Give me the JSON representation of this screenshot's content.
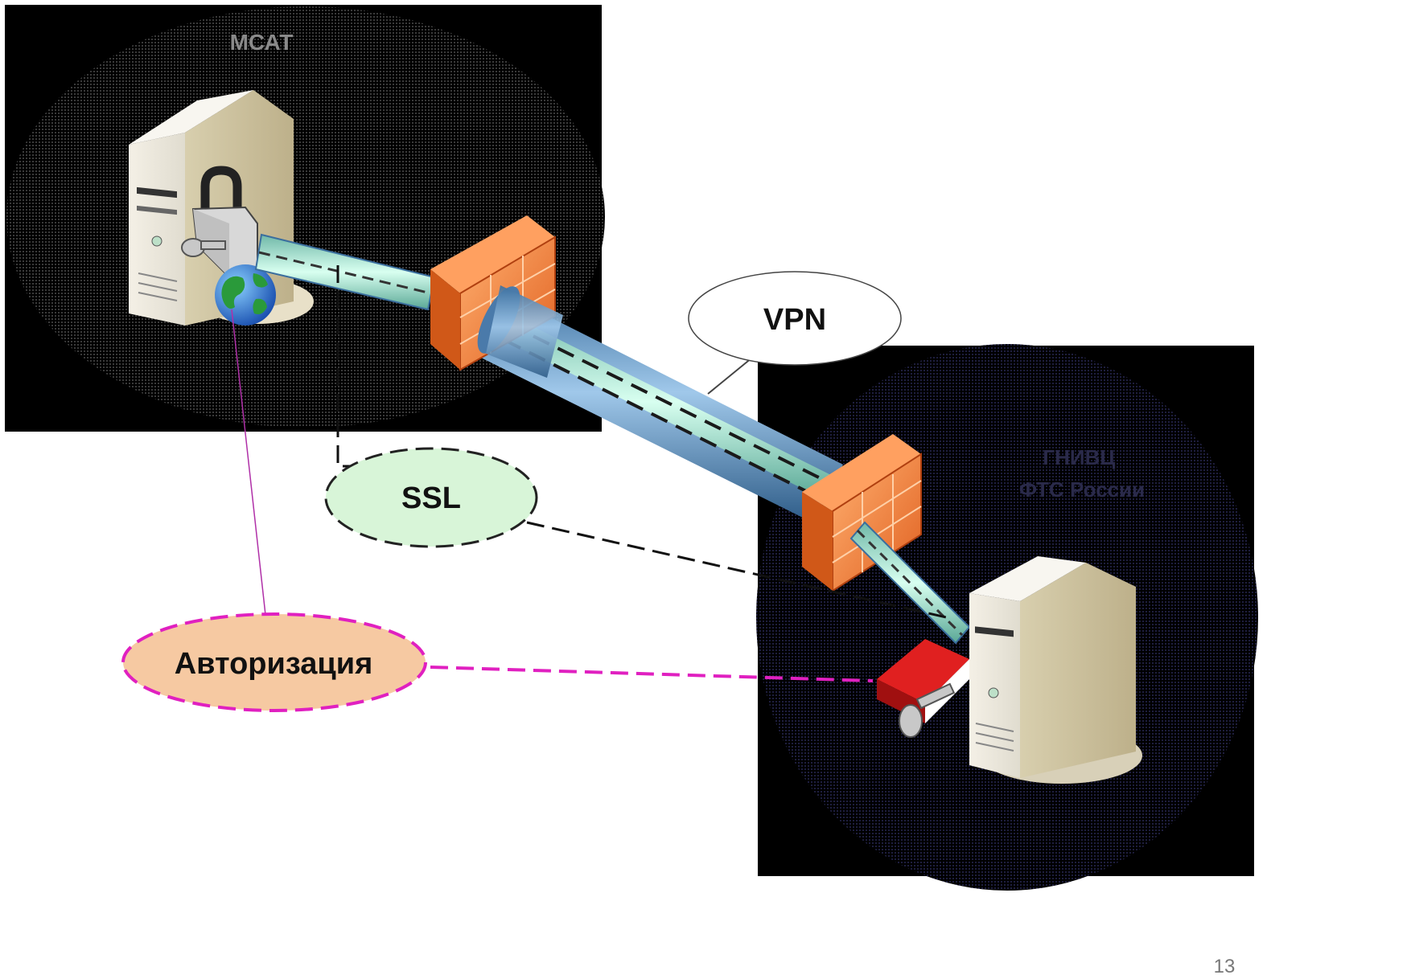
{
  "zones": {
    "left": {
      "label": "МСАТ"
    },
    "right": {
      "label": "ГНИВЦ ФТС России"
    }
  },
  "callouts": {
    "vpn": "VPN",
    "ssl": "SSL",
    "auth": "Авторизация"
  },
  "slide_number": "13",
  "colors": {
    "zone_fill": "#000000",
    "zone_dot": "#2a2a2a",
    "zone_dot_right": "#1c1c3a",
    "pipe": "#6c9cc8",
    "pipe_core": "#a8e8d0",
    "firewall": "#f07830",
    "ssl_fill": "#d6f5d6",
    "auth_fill": "#f5c8a0",
    "auth_border": "#e020c0",
    "vpn_fill": "#ffffff",
    "red_token": "#e02020"
  },
  "icons": [
    "server-icon",
    "padlock-icon",
    "globe-icon",
    "firewall-icon",
    "key-icon",
    "token-icon"
  ]
}
